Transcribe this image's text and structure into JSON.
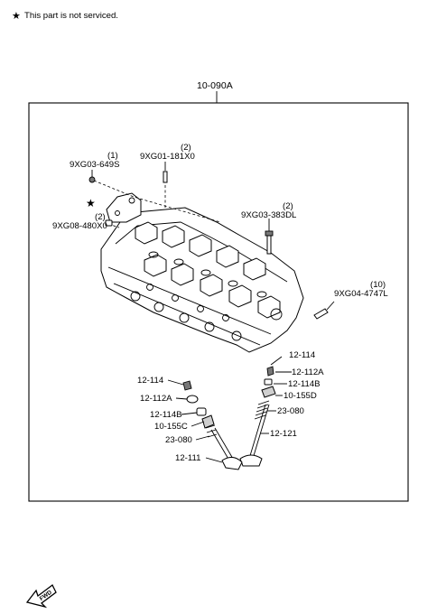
{
  "legend": {
    "symbol": "★",
    "note": "This part is not serviced."
  },
  "assembly": {
    "part_no": "10-090A"
  },
  "head_callouts": [
    {
      "qty": "(1)",
      "part_no": "9XG03-649S"
    },
    {
      "qty": "(2)",
      "part_no": "9XG01-181X0"
    },
    {
      "qty": "(2)",
      "part_no": "9XG08-480X0"
    },
    {
      "qty": "(2)",
      "part_no": "9XG03-383DL"
    },
    {
      "qty": "(10)",
      "part_no": "9XG04-4747L"
    }
  ],
  "valve_right": [
    "12-114",
    "12-112A",
    "12-114B",
    "10-155D",
    "23-080",
    "12-121"
  ],
  "valve_left": [
    "12-114",
    "12-112A",
    "12-114B",
    "10-155C",
    "23-080",
    "12-111"
  ],
  "fwd_badge": "FWD",
  "not_serviced_mark": "★"
}
